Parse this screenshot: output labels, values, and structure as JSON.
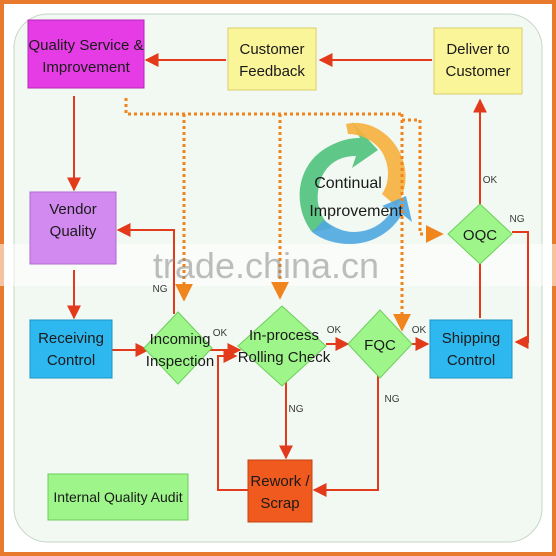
{
  "colors": {
    "frame": "#e87a2e",
    "panel": "#f2f8f2",
    "arrow": "#e23a1a",
    "dotted": "#f0851e",
    "magenta": "#e63ce6",
    "yellow": "#fbf59a",
    "violet": "#d38af0",
    "blue": "#2eb8f0",
    "green": "#9ef58a",
    "red": "#f05a1e",
    "cycle_green": "#4fc27c",
    "cycle_blue": "#4ea6e0",
    "cycle_orange": "#f6b03c"
  },
  "nodes": {
    "quality_service": {
      "line1": "Quality Service &",
      "line2": "Improvement"
    },
    "customer_feedback": {
      "line1": "Customer",
      "line2": "Feedback"
    },
    "deliver": {
      "line1": "Deliver to",
      "line2": "Customer"
    },
    "vendor_quality": {
      "line1": "Vendor",
      "line2": "Quality"
    },
    "continual": {
      "line1": "Continual",
      "line2": "Improvement"
    },
    "oqc": {
      "label": "OQC"
    },
    "receiving": {
      "line1": "Receiving",
      "line2": "Control"
    },
    "incoming": {
      "line1": "Incoming",
      "line2": "Inspection"
    },
    "inprocess": {
      "line1": "In-process",
      "line2": "Rolling Check"
    },
    "fqc": {
      "label": "FQC"
    },
    "shipping": {
      "line1": "Shipping",
      "line2": "Control"
    },
    "rework": {
      "line1": "Rework /",
      "line2": "Scrap"
    },
    "audit": {
      "label": "Internal Quality Audit"
    }
  },
  "edge_labels": {
    "ok_oqc": "OK",
    "ng_oqc": "NG",
    "ng_incoming": "NG",
    "ok_incoming": "OK",
    "ok_inprocess": "OK",
    "ok_fqc": "OK",
    "ng_inprocess": "NG",
    "ng_fqc": "NG"
  },
  "watermark": "trade.china.cn"
}
